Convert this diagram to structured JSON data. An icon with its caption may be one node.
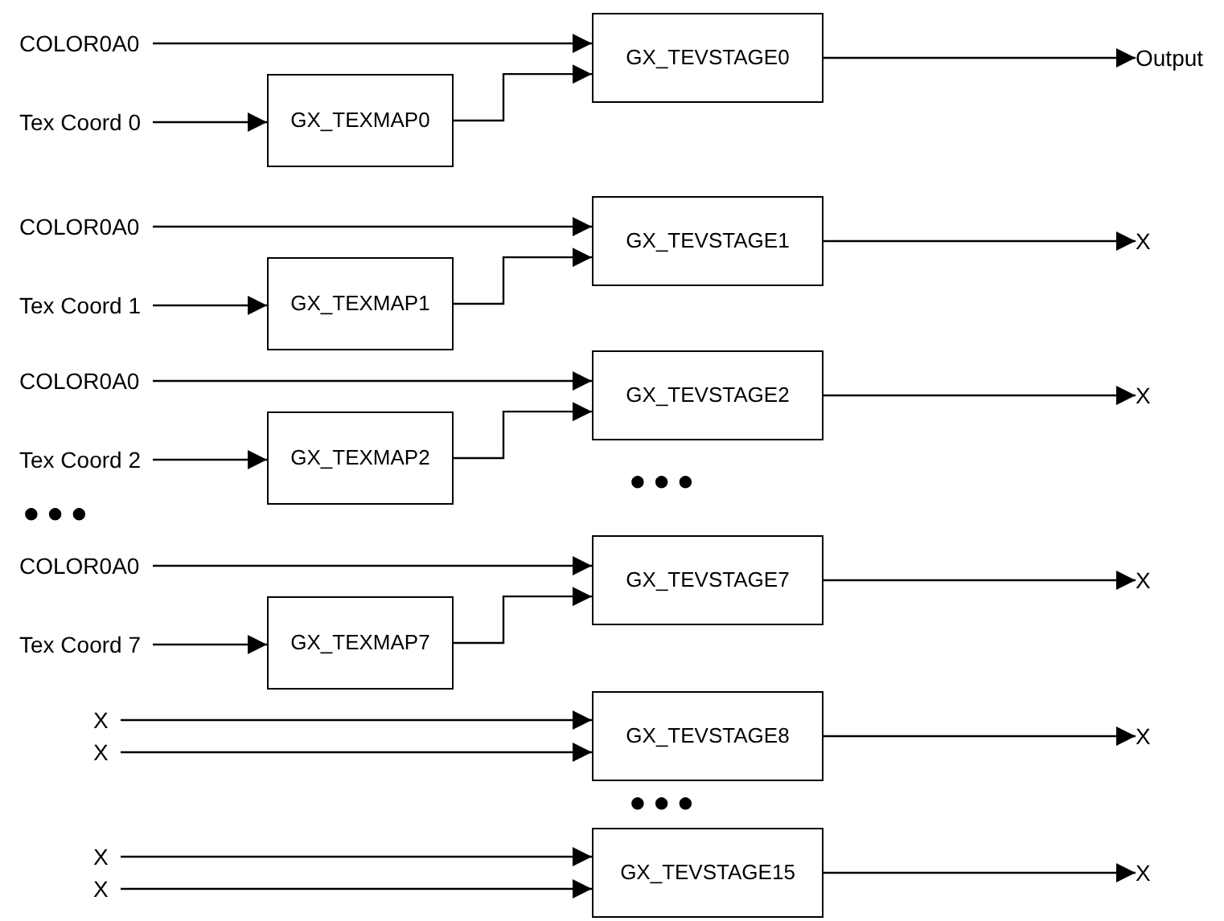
{
  "diagram": {
    "nodes": [
      {
        "text": [
          "COLOR0A0"
        ]
      },
      {
        "text": [
          "GX_TEVSTAGE0"
        ]
      },
      {
        "text": [
          "Output"
        ]
      },
      {
        "text": [
          "GX_TEXMAP0"
        ]
      },
      {
        "text": [
          "Tex Coord 0"
        ]
      },
      {
        "text": [
          "COLOR0A0"
        ]
      },
      {
        "text": [
          "GX_TEVSTAGE1"
        ]
      },
      {
        "text": [
          "X"
        ]
      },
      {
        "text": [
          "GX_TEXMAP1"
        ]
      },
      {
        "text": [
          "Tex Coord 1"
        ]
      },
      {
        "text": [
          "COLOR0A0"
        ]
      },
      {
        "text": [
          "GX_TEVSTAGE2"
        ]
      },
      {
        "text": [
          "X"
        ]
      },
      {
        "text": [
          "GX_TEXMAP2"
        ]
      },
      {
        "text": [
          "Tex Coord 2"
        ]
      },
      {
        "text": [
          "COLOR0A0"
        ]
      },
      {
        "text": [
          "GX_TEVSTAGE7"
        ]
      },
      {
        "text": [
          "X"
        ]
      },
      {
        "text": [
          "GX_TEXMAP7"
        ]
      },
      {
        "text": [
          "Tex Coord 7"
        ]
      },
      {
        "text": [
          "X"
        ]
      },
      {
        "text": [
          "GX_TEVSTAGE8"
        ]
      },
      {
        "text": [
          "X"
        ]
      },
      {
        "text": [
          "X"
        ]
      },
      {
        "text": [
          "X"
        ]
      },
      {
        "text": [
          "GX_TEVSTAGE15"
        ]
      },
      {
        "text": [
          "X"
        ]
      },
      {
        "text": [
          "X"
        ]
      }
    ],
    "edges": [
      {
        "from": 0,
        "to": 1,
        "arrow": "to"
      },
      {
        "from": 3,
        "to": 1,
        "arrow": "to"
      },
      {
        "from": 1,
        "to": 2,
        "arrow": "to"
      },
      {
        "from": 4,
        "to": 3,
        "arrow": "to"
      },
      {
        "from": 5,
        "to": 6,
        "arrow": "to"
      },
      {
        "from": 8,
        "to": 6,
        "arrow": "to"
      },
      {
        "from": 6,
        "to": 7,
        "arrow": "to"
      },
      {
        "from": 9,
        "to": 8,
        "arrow": "to"
      },
      {
        "from": 10,
        "to": 11,
        "arrow": "to"
      },
      {
        "from": 13,
        "to": 11,
        "arrow": "to"
      },
      {
        "from": 11,
        "to": 12,
        "arrow": "to"
      },
      {
        "from": 14,
        "to": 13,
        "arrow": "to"
      },
      {
        "from": 15,
        "to": 16,
        "arrow": "to"
      },
      {
        "from": 18,
        "to": 16,
        "arrow": "to"
      },
      {
        "from": 16,
        "to": 17,
        "arrow": "to"
      },
      {
        "from": 19,
        "to": 18,
        "arrow": "to"
      },
      {
        "from": 20,
        "to": 21,
        "arrow": "to"
      },
      {
        "from": 23,
        "to": 21,
        "arrow": "to"
      },
      {
        "from": 21,
        "to": 22,
        "arrow": "to"
      },
      {
        "from": 24,
        "to": 25,
        "arrow": "to"
      },
      {
        "from": 27,
        "to": 25,
        "arrow": "to"
      },
      {
        "from": 25,
        "to": 26,
        "arrow": "to"
      }
    ],
    "labels": [
      "●●●",
      "●●●",
      "●●●"
    ]
  }
}
